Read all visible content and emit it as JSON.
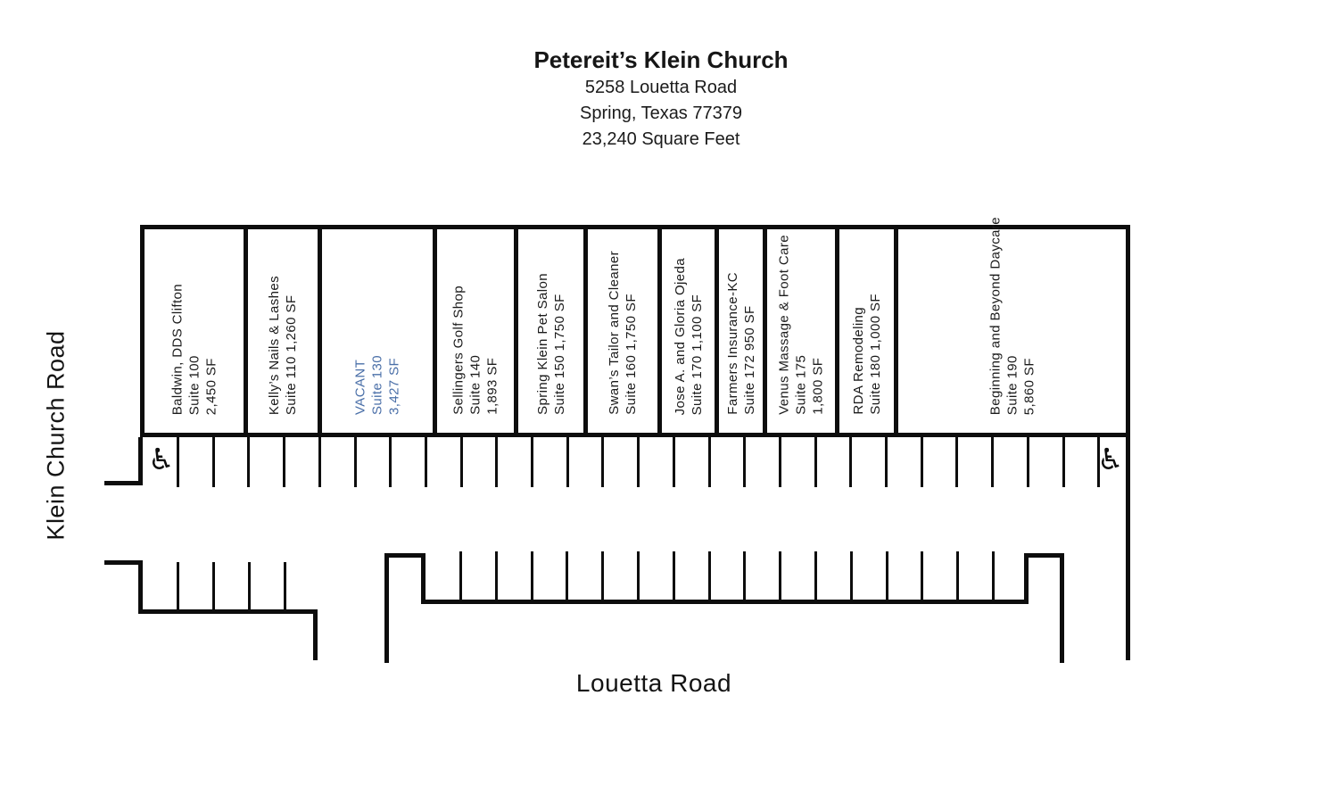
{
  "header": {
    "title": "Petereit’s Klein Church",
    "address": "5258 Louetta Road",
    "city": "Spring, Texas 77379",
    "total_area": "23,240 Square Feet"
  },
  "roads": {
    "left": "Klein Church Road",
    "bottom": "Louetta Road"
  },
  "vacant_color": "#4a6fa8",
  "suites": [
    {
      "id": "suite-100",
      "lines": [
        "Baldwin, DDS Clifton",
        "Suite 100",
        "2,450 SF"
      ]
    },
    {
      "id": "suite-110",
      "lines": [
        "Kelly’s Nails & Lashes",
        "Suite 110 1,260 SF"
      ]
    },
    {
      "id": "suite-130",
      "lines": [
        "VACANT",
        "Suite 130",
        "3,427 SF"
      ],
      "color": "#4a6fa8",
      "vacant": true
    },
    {
      "id": "suite-140",
      "lines": [
        "Sellingers Golf Shop",
        "Suite 140",
        "1,893 SF"
      ]
    },
    {
      "id": "suite-150",
      "lines": [
        "Spring Klein Pet Salon",
        "Suite 150 1,750 SF"
      ]
    },
    {
      "id": "suite-160",
      "lines": [
        "Swan’s Tailor and Cleaner",
        "Suite 160 1,750 SF"
      ]
    },
    {
      "id": "suite-170",
      "lines": [
        "Jose A. and Gloria Ojeda",
        "Suite 170 1,100 SF"
      ]
    },
    {
      "id": "suite-172",
      "lines": [
        "Farmers Insurance-KC",
        "Suite 172 950 SF"
      ]
    },
    {
      "id": "suite-175",
      "lines": [
        "Venus Massage & Foot Care",
        "Suite 175",
        "1,800 SF"
      ]
    },
    {
      "id": "suite-180",
      "lines": [
        "RDA Remodeling",
        "Suite 180 1,000 SF"
      ]
    },
    {
      "id": "suite-190",
      "lines": [
        "Beginning and Beyond Daycare",
        "Suite 190",
        "5,860 SF"
      ]
    }
  ],
  "parking": {
    "handicap_icon": "♿",
    "front_row_dividers": 27,
    "louetta_left_dividers": 4,
    "louetta_right_dividers": 16
  }
}
